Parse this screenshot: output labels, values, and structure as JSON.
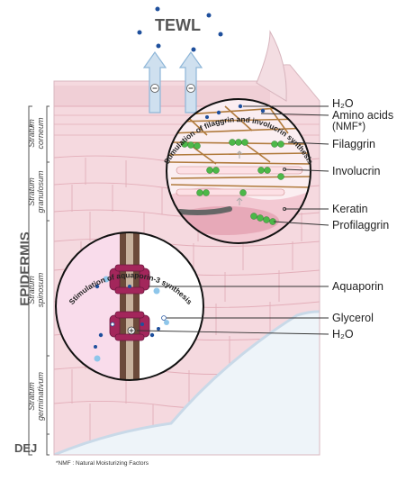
{
  "title": "TEWL",
  "side_label": "EPIDERMIS",
  "dej_label": "DEJ",
  "layers": {
    "corneum": [
      "Stratum",
      "corneum"
    ],
    "granulosum": [
      "Stratum",
      "granulosum"
    ],
    "spinosum": [
      "Stratum",
      "spinosum"
    ],
    "germinativum": [
      "Stratum",
      "germinativum"
    ]
  },
  "labels": {
    "h2o_top": "H₂O",
    "amino_acids": "Amino acids",
    "nmf": "(NMF*)",
    "filaggrin": "Filaggrin",
    "involucrin": "Involucrin",
    "keratin": "Keratin",
    "profilaggrin": "Profilaggrin",
    "aquaporin": "Aquaporin",
    "glycerol": "Glycerol",
    "h2o_bottom": "H₂O"
  },
  "circle_captions": {
    "upper": "Stimulation of filaggrin and involucrin synthesis",
    "lower": "Stimulation of aquaporin-3 synthesis"
  },
  "footnote": "*NMF : Natural Moisturizing Factors",
  "colors": {
    "skin_pink": "#f5d9df",
    "skin_pink_dark": "#e8bcc6",
    "cell_line": "#e3aeb9",
    "filaggrin_green": "#4cb848",
    "fiber_brown": "#b07a3c",
    "aquaporin_magenta": "#a3265b",
    "channel_brown": "#6b4a3a",
    "dot_blue": "#1e4f9c",
    "arrow_blue": "#8eb6d8"
  }
}
